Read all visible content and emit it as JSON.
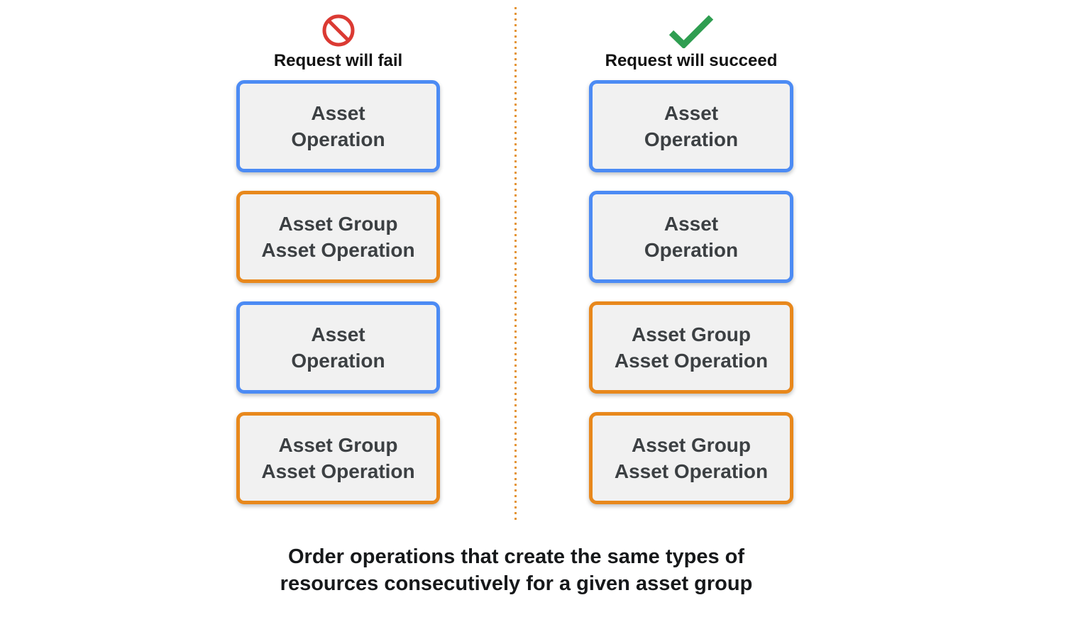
{
  "diagram": {
    "columns": [
      {
        "id": "request-will-fail",
        "icon": "prohibited-icon",
        "heading": "Request will fail",
        "boxes": [
          {
            "label": "Asset\nOperation",
            "variant": "blue"
          },
          {
            "label": "Asset Group\nAsset Operation",
            "variant": "orange"
          },
          {
            "label": "Asset\nOperation",
            "variant": "blue"
          },
          {
            "label": "Asset Group\nAsset Operation",
            "variant": "orange"
          }
        ]
      },
      {
        "id": "request-will-succeed",
        "icon": "check-icon",
        "heading": "Request will succeed",
        "boxes": [
          {
            "label": "Asset\nOperation",
            "variant": "blue"
          },
          {
            "label": "Asset\nOperation",
            "variant": "blue"
          },
          {
            "label": "Asset Group\nAsset Operation",
            "variant": "orange"
          },
          {
            "label": "Asset Group\nAsset Operation",
            "variant": "orange"
          }
        ]
      }
    ],
    "caption": "Order operations that create the same types of\nresources consecutively for a given asset group"
  },
  "colors": {
    "asset_operation_border": "#4C8BF4",
    "asset_group_asset_operation_border": "#E8881C",
    "box_background": "#F1F1F1",
    "box_text": "#3C4043",
    "fail_icon_red": "#DB3A33",
    "succeed_icon_green": "#2F9E51",
    "divider_dots_orange": "#E49536"
  }
}
